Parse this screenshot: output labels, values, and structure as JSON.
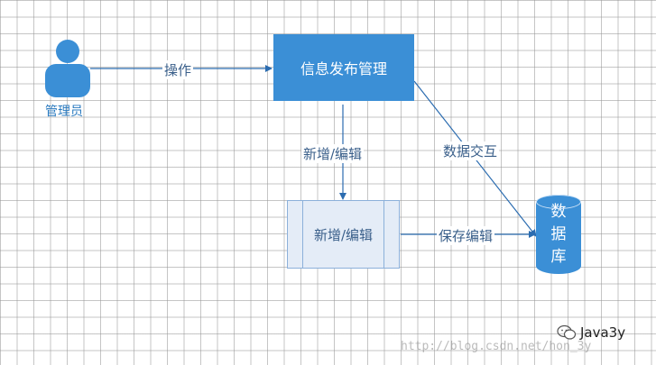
{
  "colors": {
    "accent": "#3b8fd6",
    "edge": "#2b6cb0",
    "subprocess_fill": "#e4ecf7"
  },
  "nodes": {
    "admin": {
      "label": "管理员",
      "icon": "user-icon"
    },
    "publish": {
      "label": "信息发布管理"
    },
    "edit": {
      "label": "新增/编辑"
    },
    "database": {
      "label_lines": [
        "数",
        "据",
        "库"
      ],
      "icon": "database-cylinder"
    }
  },
  "edges": {
    "operate": {
      "label": "操作"
    },
    "add_edit": {
      "label": "新增/编辑"
    },
    "data_exchange": {
      "label": "数据交互"
    },
    "save_edit": {
      "label": "保存编辑"
    }
  },
  "watermark": {
    "brand": "Java3y",
    "url": "http://blog.csdn.net/hon_3y",
    "icon": "wechat-icon"
  }
}
